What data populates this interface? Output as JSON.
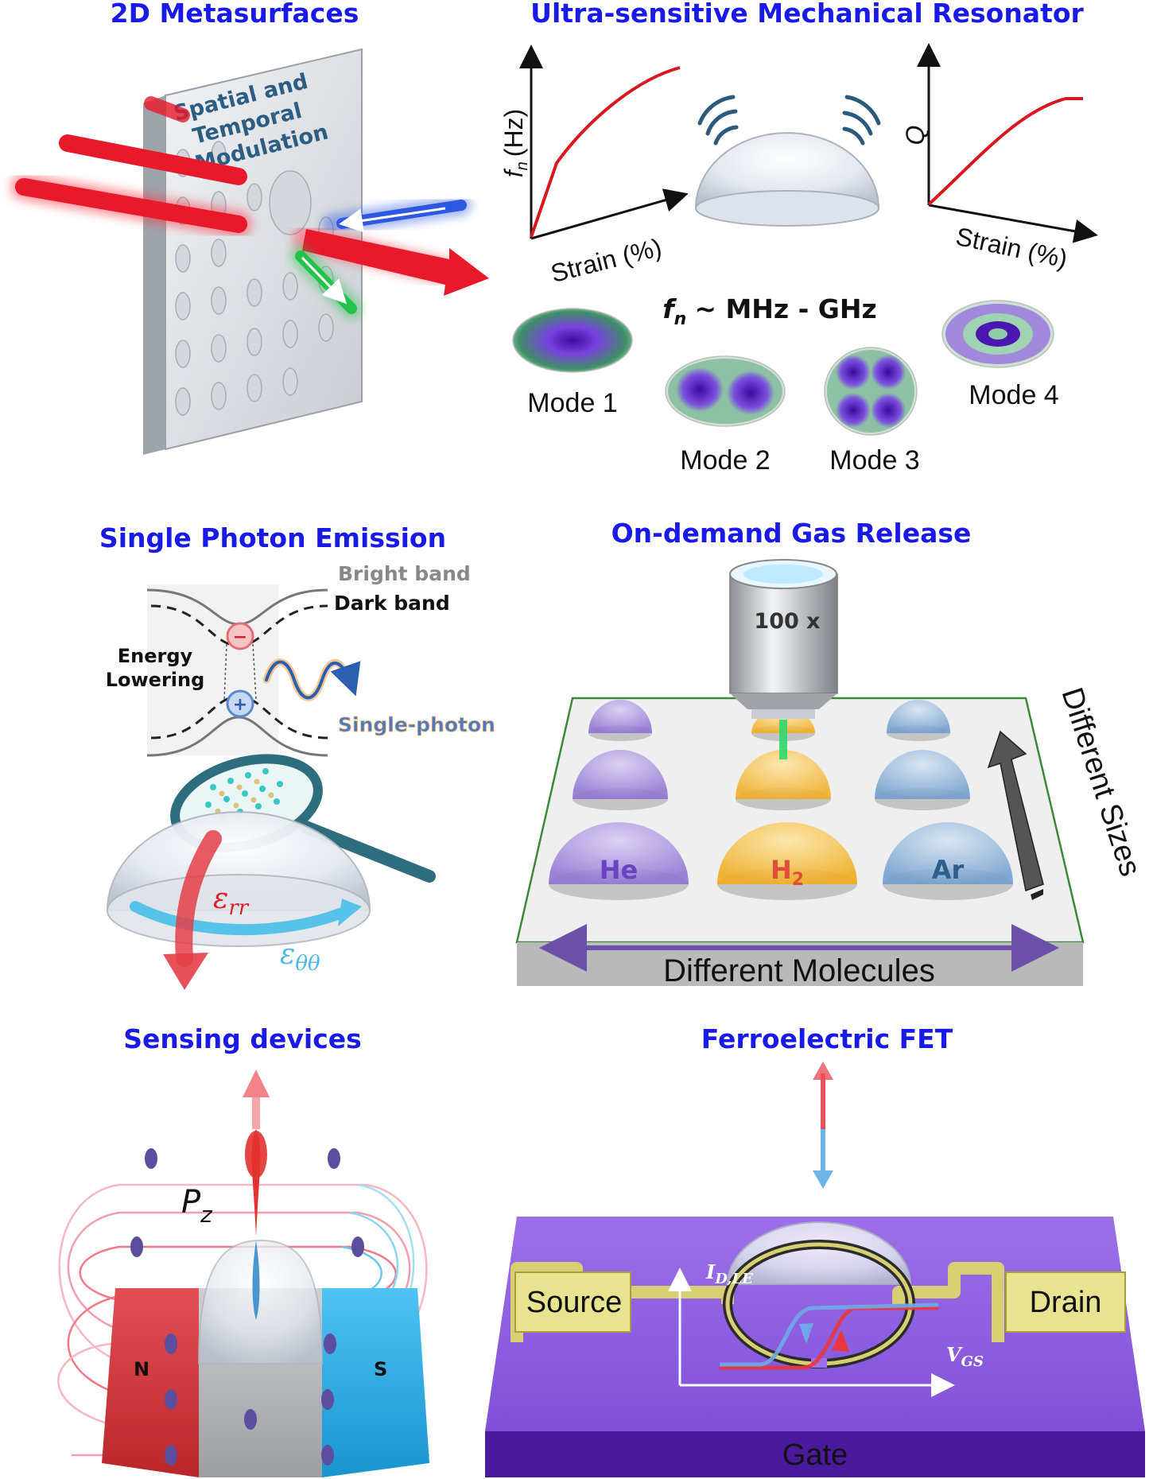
{
  "panels": {
    "metasurface": {
      "title": "2D Metasurfaces",
      "label_lines": [
        "Spatial and",
        "Temporal",
        "Modulation"
      ]
    },
    "resonator": {
      "title": "Ultra-sensitive Mechanical Resonator",
      "left_plot": {
        "ylabel_f": "f",
        "ylabel_sub": "n",
        "ylabel_unit": "(Hz)",
        "xlabel": "Strain (%)"
      },
      "right_plot": {
        "ylabel": "Q",
        "xlabel": "Strain (%)"
      },
      "freq_f": "f",
      "freq_sub": "n",
      "freq_range": "~ MHz - GHz",
      "modes": [
        "Mode 1",
        "Mode 2",
        "Mode 3",
        "Mode 4"
      ]
    },
    "photon": {
      "title": "Single Photon Emission",
      "bright_band": "Bright band",
      "dark_band": "Dark band",
      "energy_lowering_1": "Energy",
      "energy_lowering_2": "Lowering",
      "single_photon": "Single-photon",
      "minus": "−",
      "plus": "+",
      "eps_rr": "ε",
      "eps_rr_sub": "rr",
      "eps_tt": "ε",
      "eps_tt_sub": "θθ"
    },
    "gas": {
      "title": "On-demand Gas Release",
      "objective": "100 x",
      "gases": [
        "He",
        "H",
        "Ar"
      ],
      "h2_sub": "2",
      "different_sizes": "Different Sizes",
      "different_molecules": "Different Molecules"
    },
    "sensing": {
      "title": "Sensing devices",
      "pz_main": "P",
      "pz_sub": "z",
      "north": "N",
      "south": "S"
    },
    "ffet": {
      "title": "Ferroelectric FET",
      "source": "Source",
      "drain": "Drain",
      "gate": "Gate",
      "ylabel_main": "I",
      "ylabel_sub": "D,LE",
      "xlabel_main": "V",
      "xlabel_sub": "GS"
    }
  },
  "colors": {
    "title": "#1a1ae6",
    "red_beam": "#e8192b",
    "blue_beam": "#2d58e0",
    "green_beam": "#23c24a",
    "he": "#8b6fd1",
    "h2": "#f2b530",
    "ar": "#6f9ccc",
    "north": "#d4373b",
    "south": "#2fb5ee",
    "ffet_top": "#8d5be0",
    "ffet_gate": "#4b1a9c"
  }
}
